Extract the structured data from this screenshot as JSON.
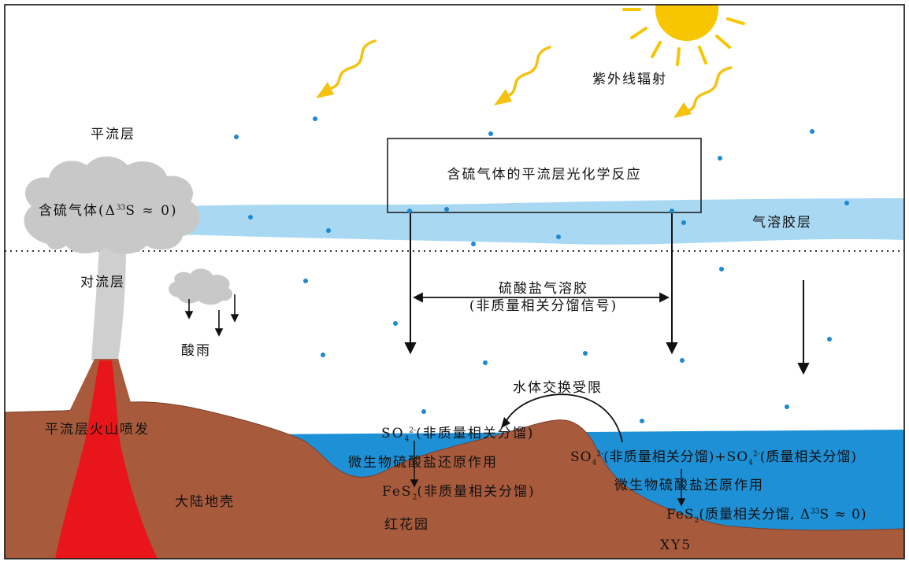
{
  "labels": {
    "uv_radiation": "紫外线辐射",
    "stratosphere": "平流层",
    "photochem_reaction": "含硫气体的平流层光化学反应",
    "sulfur_gas_prefix": "含硫气体(Δ",
    "sulfur_gas_sup": "33",
    "sulfur_gas_suffix": "S ≈ 0)",
    "aerosol_layer": "气溶胶层",
    "troposphere": "对流层",
    "sulfate_aerosol_line1": "硫酸盐气溶胶",
    "sulfate_aerosol_line2": "(非质量相关分馏信号)",
    "acid_rain": "酸雨",
    "water_exchange_limited": "水体交换受限",
    "strat_volcanic_eruption": "平流层火山喷发",
    "continental_crust": "大陆地壳",
    "so4_left_base": "SO",
    "so4_left_sub": "4",
    "so4_left_sup": "2-",
    "so4_left_suffix": "(非质量相关分馏)",
    "msr_left": "微生物硫酸盐还原作用",
    "fes2_left_base": "FeS",
    "fes2_left_sub": "2",
    "fes2_left_suffix": "(非质量相关分馏)",
    "site_hhy": "红花园",
    "so4_right_base": "SO",
    "so4_right_sub": "4",
    "so4_right_sup": "2-",
    "so4_right_mid": "(非质量相关分馏)+SO",
    "so4_right_sub2": "4",
    "so4_right_sup2": "2-",
    "so4_right_suffix": "(质量相关分馏)",
    "msr_right": "微生物硫酸盐还原作用",
    "fes2_right_base": "FeS",
    "fes2_right_sub": "2",
    "fes2_right_mid": "(质量相关分馏, Δ",
    "fes2_right_sup": "33",
    "fes2_right_suffix": "S ≈ 0)",
    "site_xy5": "XY5"
  },
  "colors": {
    "sky": "#ffffff",
    "aerosol_band": "#a9d8f3",
    "ocean": "#1e90d6",
    "crust": "#a85a3c",
    "crust_edge": "#7e3f26",
    "magma": "#e8161a",
    "plume": "#c8c8c8",
    "sun": "#f7c600",
    "uv_arrow": "#f5c20e",
    "droplet": "#1e88d0",
    "text": "#111111"
  },
  "icons": [
    "sun-icon",
    "uv-arrow-icon",
    "volcano-icon",
    "cloud-icon",
    "droplet-icon"
  ]
}
